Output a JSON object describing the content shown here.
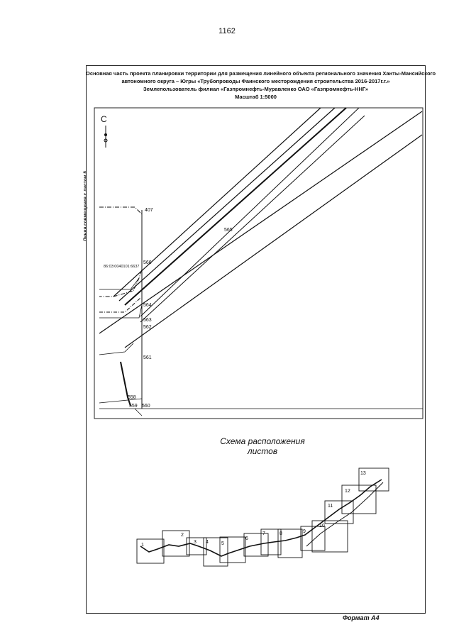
{
  "page_number": "1162",
  "header": {
    "line1": "Основная часть проекта планировки территории для размещения линейного объекта регионального значения Ханты-Мансийского",
    "line2": "автономного округа – Югры «Трубопроводы Фаинского месторождения строительства 2016-2017г.г.»",
    "line3": "Землепользователь филиал «Газпромнефть-Муравленко ОАО «Газпромнефть-ННГ»",
    "line4": "Масштаб 1:5000"
  },
  "map": {
    "north_label": "С",
    "side_label": "Линия совмещения с листом 8",
    "parcel_label": "86:03:0040101:6637",
    "points": [
      "407",
      "565",
      "566",
      "564",
      "563",
      "562",
      "561",
      "560",
      "559",
      "558"
    ]
  },
  "scheme": {
    "title_line1": "Схема расположения",
    "title_line2": "листов",
    "sheet_numbers": [
      "1",
      "2",
      "3",
      "4",
      "5",
      "6",
      "7",
      "8",
      "9",
      "10",
      "11",
      "12",
      "13"
    ]
  },
  "footer": {
    "format": "Формат А4"
  }
}
